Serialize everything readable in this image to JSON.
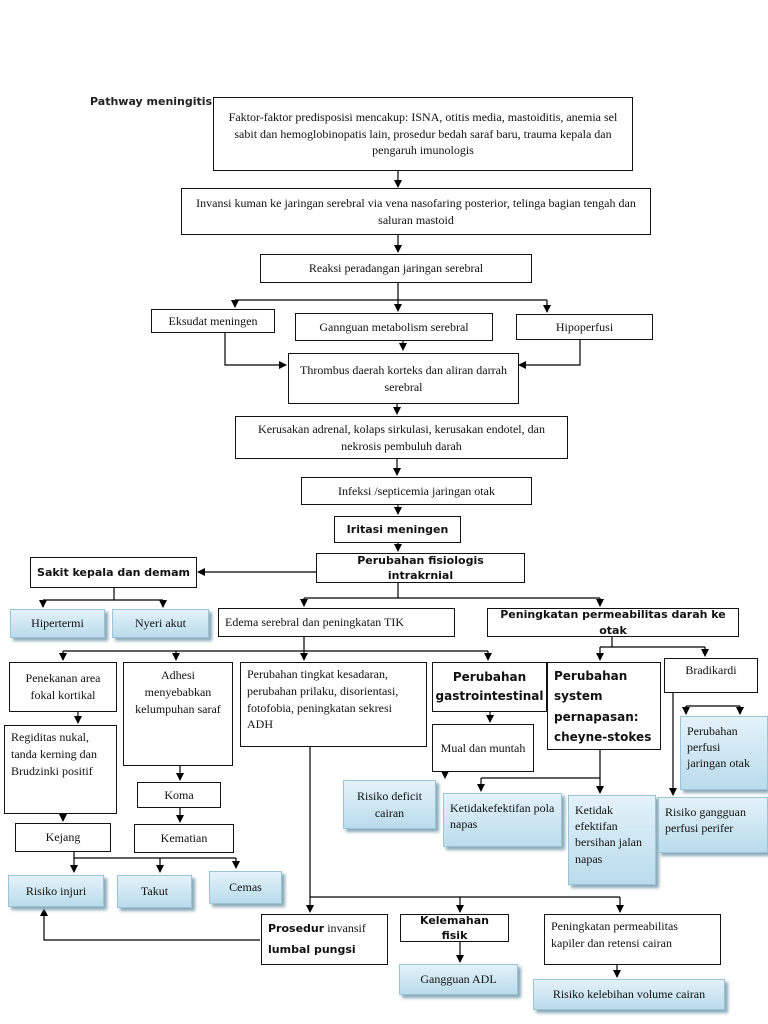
{
  "title": "Pathway meningitis",
  "nodes": {
    "faktor": "Faktor-faktor predisposisi mencakup: ISNA, otitis media, mastoiditis, anemia sel sabit dan hemoglobinopatis lain, prosedur bedah saraf baru, trauma kepala dan pengaruh imunologis",
    "invansi": "Invansi kuman ke jaringan serebral via vena nasofaring posterior, telinga bagian tengah dan saluran mastoid",
    "reaksi": "Reaksi peradangan jaringan serebral",
    "eksudat": "Eksudat meningen",
    "metabolism": "Gannguan metabolism serebral",
    "hipoperfusi": "Hipoperfusi",
    "thrombus": "Thrombus daerah korteks dan aliran darrah serebral",
    "kerusakan": "Kerusakan adrenal, kolaps sirkulasi, kerusakan endotel, dan nekrosis pembuluh darah",
    "infeksi": "Infeksi /septicemia jaringan otak",
    "iritasi": "Iritasi meningen",
    "perubahan_fisiologis": "Perubahan fisiologis intrakrnial",
    "sakit_kepala": "Sakit kepala dan demam",
    "hipertermi": "Hipertermi",
    "nyeri": "Nyeri akut",
    "edema": "Edema serebral dan peningkatan TIK",
    "permeabilitas": "Peningkatan permeabilitas darah ke otak",
    "penekanan": "Penekanan area fokal kortikal",
    "adhesi": "Adhesi menyebabkan kelumpuhan saraf",
    "perubahan_tingkat": "Perubahan tingkat kesadaran, perubahan prilaku, disorientasi, fotofobia, peningkatan sekresi ADH",
    "gastro": "Perubahan gastrointestinal",
    "pernapasan": "Perubahan system pernapasan: cheyne-stokes",
    "bradikardi": "Bradikardi",
    "regiditas": "Regiditas nukal, tanda kerning  dan Brudzinki positif",
    "koma": "Koma",
    "mual": "Mual dan muntah",
    "kematian": "Kematian",
    "kejang": "Kejang",
    "risiko_deficit": "Risiko deficit cairan",
    "ketidak_pola": "Ketidakefektifan pola napas",
    "ketidak_jalan": "Ketidak efektifan bersihan jalan napas",
    "perubahan_perfusi": "Perubahan perfusi jaringan otak",
    "risiko_perfusi": "Risiko gangguan perfusi perifer",
    "risiko_injuri": "Risiko injuri",
    "takut": "Takut",
    "cemas": "Cemas",
    "prosedur_a": "Prosedur",
    "prosedur_b": " invansif",
    "prosedur_c": "lumbal pungsi",
    "kelemahan": "Kelemahan fisik",
    "peningkatan_kapiler": "Peningkatan permeabilitas kapiler dan retensi cairan",
    "gangguan_adl": "Gangguan ADL",
    "risiko_kelebihan": "Risiko kelebihan volume cairan"
  }
}
